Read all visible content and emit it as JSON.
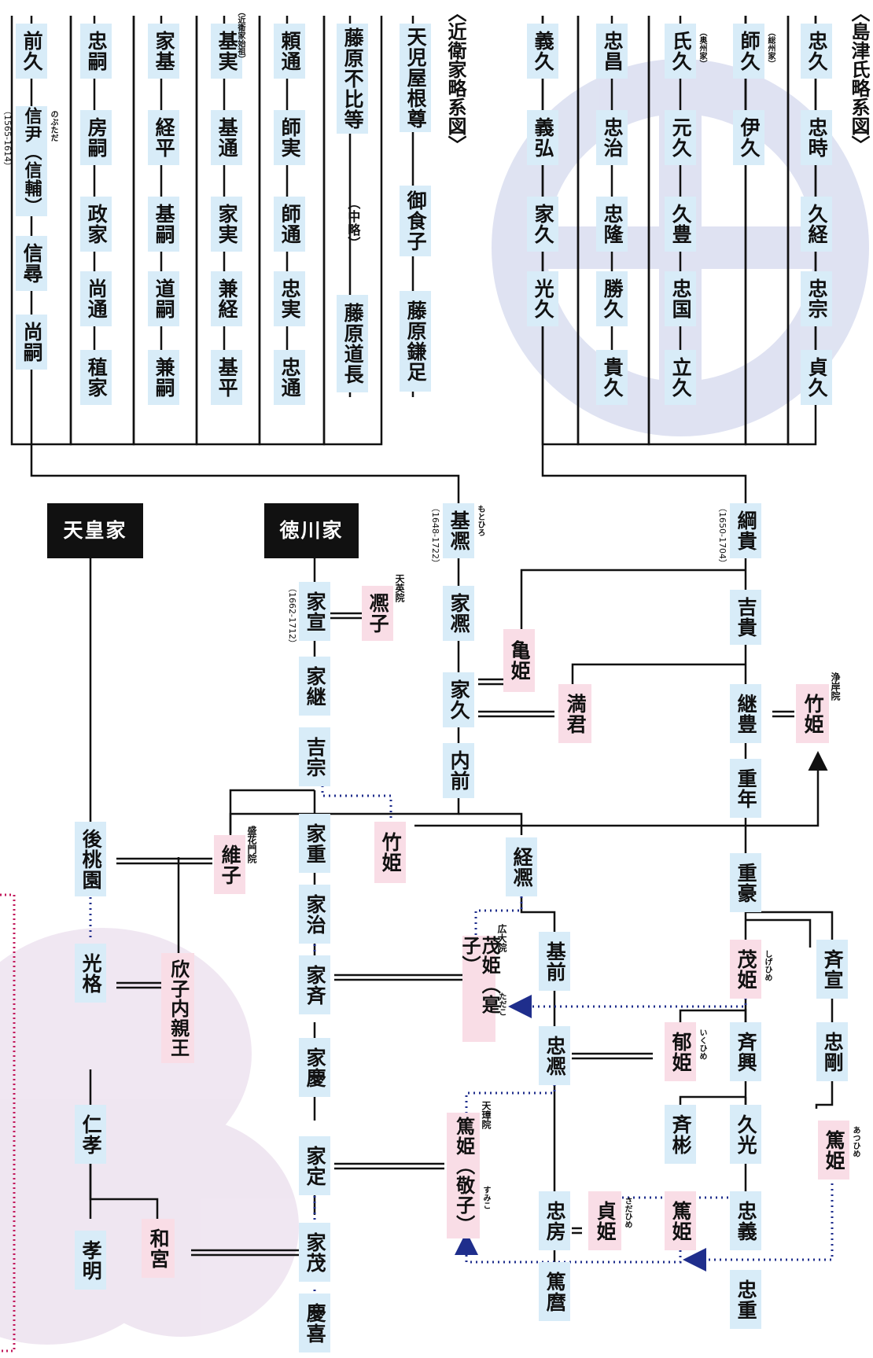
{
  "titles": {
    "shimazu": "〈島津氏略系図〉",
    "konoe": "〈近衛家略系図〉"
  },
  "houses": {
    "tenno": "天皇家",
    "tokugawa": "徳川家"
  },
  "konoe_columns": [
    [
      "天児屋根尊",
      "御食子",
      "藤原鎌足"
    ],
    [
      "藤原不比等",
      "（中略）",
      "藤原道長"
    ],
    [
      "頼通",
      "師実",
      "師通",
      "忠実",
      "忠通"
    ],
    [
      "基実",
      "基通",
      "家実",
      "兼経",
      "基平"
    ],
    [
      "家基",
      "経平",
      "基嗣",
      "道嗣",
      "兼嗣"
    ],
    [
      "忠嗣",
      "房嗣",
      "政家",
      "尚通",
      "稙家"
    ],
    [
      "前久",
      "信尹（信輔）",
      "信尋",
      "尚嗣"
    ]
  ],
  "shimazu_columns": [
    [
      "忠久",
      "忠時",
      "久経",
      "忠宗",
      "貞久"
    ],
    [
      "師久",
      "伊久"
    ],
    [
      "氏久",
      "元久",
      "久豊",
      "忠国",
      "立久"
    ],
    [
      "忠昌",
      "忠治",
      "忠隆",
      "勝久",
      "貴久"
    ],
    [
      "義久",
      "義弘",
      "家久",
      "光久"
    ]
  ],
  "konoe_notes": {
    "motozane": "（近衛家始祖）",
    "nobutada_ruby": "のぶただ",
    "nobutada_years": "（1565-1614）"
  },
  "shimazu_notes": {
    "morohisa": "（総州家）",
    "ujihisa": "（奥州家）"
  },
  "persons": {
    "motohiro": "基凞",
    "motohiro_ruby": "もとひろ",
    "motohiro_years": "（1648-1722）",
    "iehiro": "家凞",
    "iehisa": "家久",
    "naizen": "内前",
    "tsunehiro": "経凞",
    "motosaki": "基前",
    "tadahiro": "忠凞",
    "tadafusa": "忠房",
    "atsumaro": "篤麿",
    "ienobu": "家宣",
    "ienobu_years": "（1662-1712）",
    "hiroko": "凞子",
    "hiroko_title": "天英院",
    "ietsugu": "家継",
    "yoshimune": "吉宗",
    "ieshige": "家重",
    "ieharu": "家治",
    "ienari": "家斉",
    "ieyoshi": "家慶",
    "iesada": "家定",
    "iemochi": "家茂",
    "yoshinobu": "慶喜",
    "tsunataka": "綱貴",
    "tsunataka_years": "（1650-1704）",
    "yoshitaka": "吉貴",
    "tsugutoyo": "継豊",
    "shigetoshi": "重年",
    "shigehide": "重豪",
    "narinobu": "斉宣",
    "narioki": "斉興",
    "tadatake": "忠剛",
    "nariakira": "斉彬",
    "hisamitsu": "久光",
    "tadayoshi": "忠義",
    "tadashige": "忠重",
    "kamehime": "亀姫",
    "mitsugimi": "満君",
    "takehime1": "竹姫",
    "takehime1_title": "浄岸院",
    "takehime2": "竹姫",
    "koreko": "維子",
    "koreko_title": "盛花門院",
    "shigehime": "茂姫（寔子）",
    "shigehime_title": "広大院",
    "shigehime_ruby1": "しげひめ",
    "shigehime_ruby2": "ただこ",
    "shigehime_satsuma": "茂姫",
    "ikuhime": "郁姫",
    "ikuhime_ruby": "いくひめ",
    "atsuhime": "篤姫（敬子）",
    "atsuhime_title": "天璋院",
    "atsuhime_ruby": "すみこ",
    "atsuhime_satsuma": "篤姫",
    "atsuhime_satsuma_ruby": "あつひめ",
    "atsuhime_mid": "篤姫",
    "sadahime": "貞姫",
    "sadahime_ruby": "さだひめ",
    "gomomozono": "後桃園",
    "kokaku": "光格",
    "yoshiko": "欣子内親王",
    "ninko": "仁孝",
    "komei": "孝明",
    "kazunomiya": "和宮"
  },
  "colors": {
    "box_blue": "#d8ecf8",
    "box_pink": "#f9dde6",
    "line": "#111111",
    "adoption_dots": "#1f2e8c",
    "accent_magenta": "#c2185b",
    "watermark_blue": "#c5cbe6"
  }
}
